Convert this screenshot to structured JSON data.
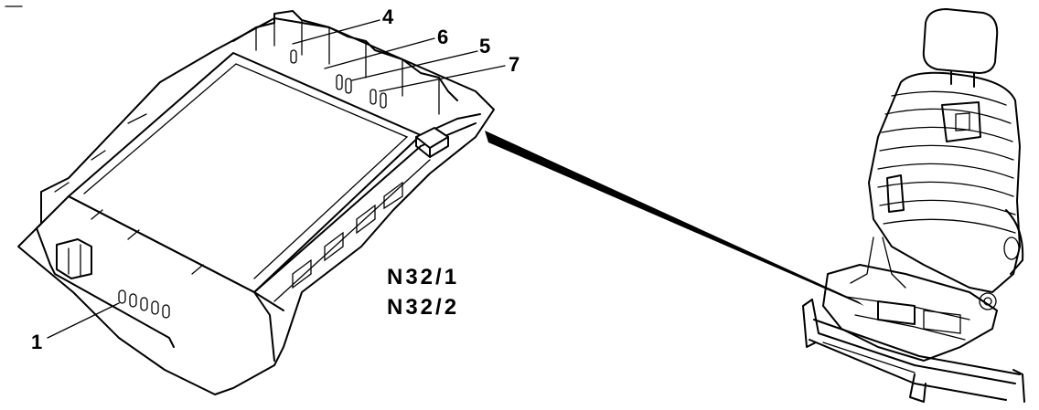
{
  "callouts": [
    {
      "id": "1",
      "text": "1"
    },
    {
      "id": "4",
      "text": "4"
    },
    {
      "id": "6",
      "text": "6"
    },
    {
      "id": "5",
      "text": "5"
    },
    {
      "id": "7",
      "text": "7"
    }
  ],
  "component_codes": [
    "N32/1",
    "N32/2"
  ]
}
